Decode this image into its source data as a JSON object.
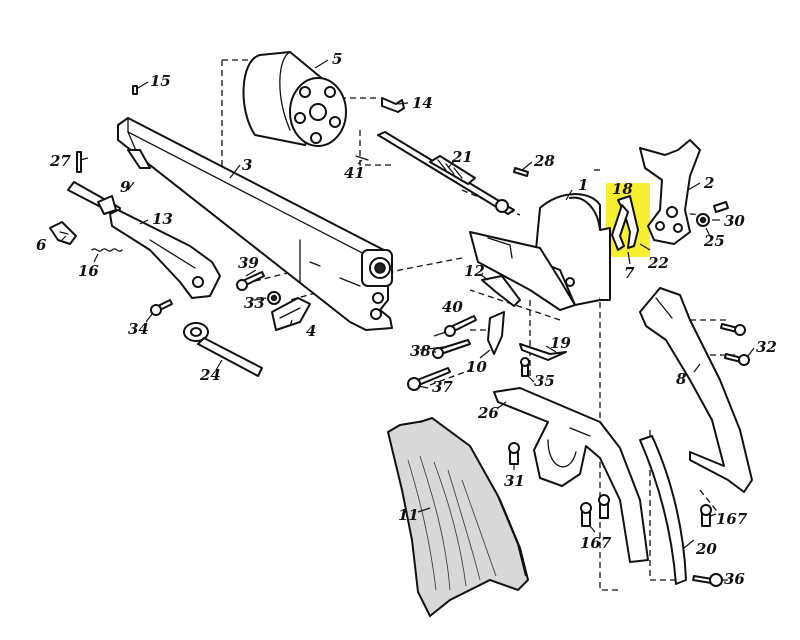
{
  "highlight_color": "#f7f032",
  "labels": {
    "p1": "1",
    "p2": "2",
    "p3": "3",
    "p4": "4",
    "p5": "5",
    "p6": "6",
    "p7": "7",
    "p8": "8",
    "p9": "9",
    "p10": "10",
    "p11": "11",
    "p12": "12",
    "p13": "13",
    "p14": "14",
    "p15": "15",
    "p16": "16",
    "p18": "18",
    "p19": "19",
    "p20": "20",
    "p21": "21",
    "p22": "22",
    "p24": "24",
    "p25": "25",
    "p26": "26",
    "p27": "27",
    "p28": "28",
    "p30": "30",
    "p31": "31",
    "p32": "32",
    "p33": "33",
    "p34": "34",
    "p35": "35",
    "p36": "36",
    "p37": "37",
    "p38": "38",
    "p39": "39",
    "p40": "40",
    "p41": "41",
    "p167a": "167",
    "p167b": "167"
  }
}
